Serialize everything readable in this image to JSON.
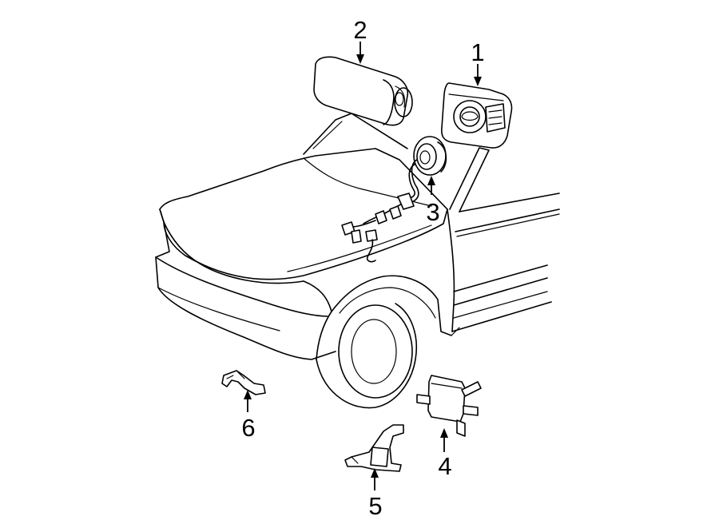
{
  "callouts": [
    {
      "label": "1",
      "part": "inflator-module"
    },
    {
      "label": "2",
      "part": "passenger-airbag"
    },
    {
      "label": "3",
      "part": "clock-spring"
    },
    {
      "label": "4",
      "part": "sensor"
    },
    {
      "label": "5",
      "part": "bracket"
    },
    {
      "label": "6",
      "part": "clip"
    }
  ]
}
